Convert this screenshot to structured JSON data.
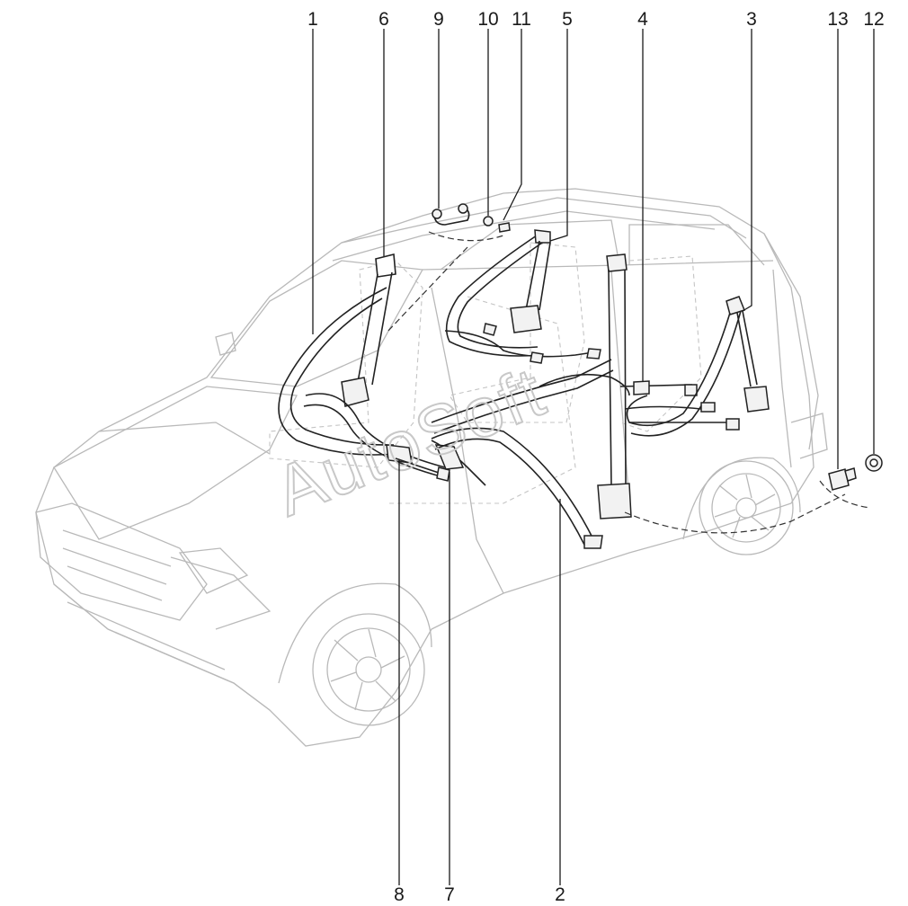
{
  "watermark": "AutoSoft",
  "callouts": [
    {
      "id": "1",
      "label": "1"
    },
    {
      "id": "6",
      "label": "6"
    },
    {
      "id": "9",
      "label": "9"
    },
    {
      "id": "10",
      "label": "10"
    },
    {
      "id": "11",
      "label": "11"
    },
    {
      "id": "5",
      "label": "5"
    },
    {
      "id": "4",
      "label": "4"
    },
    {
      "id": "3",
      "label": "3"
    },
    {
      "id": "13",
      "label": "13"
    },
    {
      "id": "12",
      "label": "12"
    },
    {
      "id": "8",
      "label": "8"
    },
    {
      "id": "7",
      "label": "7"
    },
    {
      "id": "2",
      "label": "2"
    }
  ]
}
